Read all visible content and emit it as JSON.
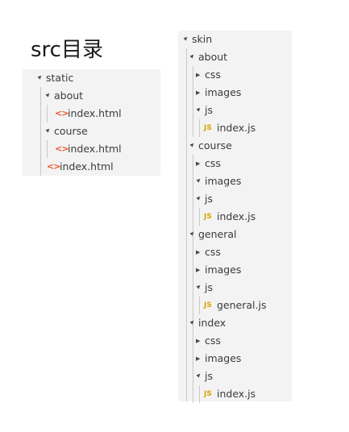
{
  "heading": "src目录",
  "icons": {
    "expanded": "▲",
    "collapsed": "▶",
    "html": "<>",
    "js": "JS"
  },
  "colors": {
    "panel_bg": "#f3f3f3",
    "html_icon": "#e8552d",
    "js_icon": "#d9a400",
    "text": "#3b3b3b"
  },
  "static_tree": [
    {
      "label": "static",
      "kind": "folder",
      "expanded": true,
      "depth": 0
    },
    {
      "label": "about",
      "kind": "folder",
      "expanded": true,
      "depth": 1
    },
    {
      "label": "index.html",
      "kind": "html",
      "depth": 2
    },
    {
      "label": "course",
      "kind": "folder",
      "expanded": true,
      "depth": 1
    },
    {
      "label": "index.html",
      "kind": "html",
      "depth": 2
    },
    {
      "label": "index.html",
      "kind": "html",
      "depth": 1
    }
  ],
  "skin_tree": [
    {
      "label": "skin",
      "kind": "folder",
      "expanded": true,
      "depth": 0
    },
    {
      "label": "about",
      "kind": "folder",
      "expanded": true,
      "depth": 1
    },
    {
      "label": "css",
      "kind": "folder",
      "expanded": false,
      "depth": 2
    },
    {
      "label": "images",
      "kind": "folder",
      "expanded": false,
      "depth": 2
    },
    {
      "label": "js",
      "kind": "folder",
      "expanded": true,
      "depth": 2
    },
    {
      "label": "index.js",
      "kind": "js",
      "depth": 3
    },
    {
      "label": "course",
      "kind": "folder",
      "expanded": true,
      "depth": 1
    },
    {
      "label": "css",
      "kind": "folder",
      "expanded": false,
      "depth": 2
    },
    {
      "label": "images",
      "kind": "folder",
      "expanded": true,
      "depth": 2
    },
    {
      "label": "js",
      "kind": "folder",
      "expanded": true,
      "depth": 2
    },
    {
      "label": "index.js",
      "kind": "js",
      "depth": 3
    },
    {
      "label": "general",
      "kind": "folder",
      "expanded": true,
      "depth": 1
    },
    {
      "label": "css",
      "kind": "folder",
      "expanded": false,
      "depth": 2
    },
    {
      "label": "images",
      "kind": "folder",
      "expanded": false,
      "depth": 2
    },
    {
      "label": "js",
      "kind": "folder",
      "expanded": true,
      "depth": 2
    },
    {
      "label": "general.js",
      "kind": "js",
      "depth": 3
    },
    {
      "label": "index",
      "kind": "folder",
      "expanded": true,
      "depth": 1
    },
    {
      "label": "css",
      "kind": "folder",
      "expanded": false,
      "depth": 2
    },
    {
      "label": "images",
      "kind": "folder",
      "expanded": false,
      "depth": 2
    },
    {
      "label": "js",
      "kind": "folder",
      "expanded": true,
      "depth": 2
    },
    {
      "label": "index.js",
      "kind": "js",
      "depth": 3
    }
  ]
}
